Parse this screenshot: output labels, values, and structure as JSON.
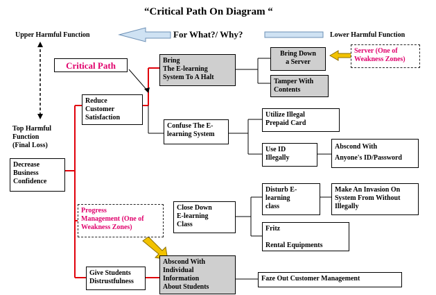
{
  "title": "“Critical Path On Diagram “",
  "header": {
    "upper_harmful": "Upper Harmful Function",
    "lower_harmful": "Lower Harmful Function",
    "for_what_why": "For What?/ Why?"
  },
  "left": {
    "top_harmful": "Top Harmful\nFunction\n(Final Loss)",
    "final_loss_box": "Decrease\nBusiness\nConfidence"
  },
  "labels": {
    "critical_path": "Critical Path"
  },
  "nodes": {
    "reduce_customer": "Reduce\nCustomer\nSatisfaction",
    "bring_halt": "Bring\nThe   E-learning\nSystem To A Halt",
    "bring_down_server": "Bring Down\na Server",
    "tamper_contents": "Tamper With\nContents",
    "server_weakness": "Server (One of\nWeakness Zones)",
    "confuse_system": "Confuse The  E-\nlearning System",
    "utilize_card": "Utilize Illegal\nPrepaid Card",
    "use_id": "Use ID\nIllegally",
    "abscond_id": "Abscond With\nAnyone's ID/Password",
    "progress_mgmt": "Progress\nManagement (One of\nWeakness Zones)",
    "close_down": "Close Down\nE-learning\nClass",
    "disturb": "Disturb     E-\nlearning\nclass",
    "invasion": "Make An Invasion On\nSystem From Without\nIllegally",
    "fritz": "Fritz\n\nRental Equipments",
    "give_students": "Give Students\nDistrustfulness",
    "abscond_info": "Abscond With\nIndividual\nInformation\nAbout Students",
    "faze_out": "Faze Out Customer Management"
  }
}
